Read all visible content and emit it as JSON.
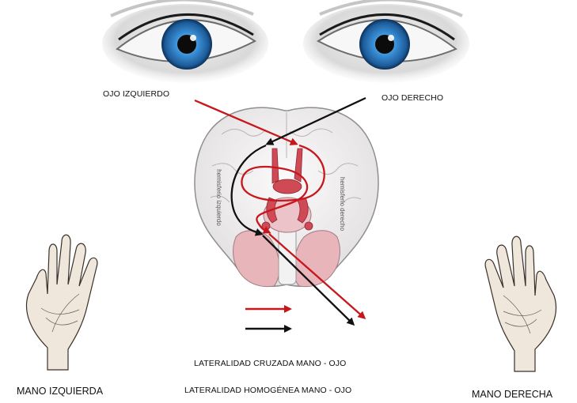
{
  "labels": {
    "left_eye": "OJO IZQUIERDO",
    "right_eye": "OJO DERECHO",
    "left_hand": "MANO IZQUIERDA",
    "right_hand": "MANO DERECHA"
  },
  "brain_labels": {
    "left_hemisphere": "hemisferio izquierdo",
    "right_hemisphere": "hemisferio derecho"
  },
  "legend": [
    {
      "label": "LATERALIDAD CRUZADA MANO - OJO",
      "color": "#c8161d"
    },
    {
      "label": "LATERALIDAD HOMOGÉNEA MANO - OJO",
      "color": "#111111"
    }
  ],
  "colors": {
    "crossed": "#c8161d",
    "homogeneous": "#111111",
    "iris": "#2f7fc8",
    "brain": "#f0eeee",
    "cerebellum": "#e9b8bd"
  }
}
